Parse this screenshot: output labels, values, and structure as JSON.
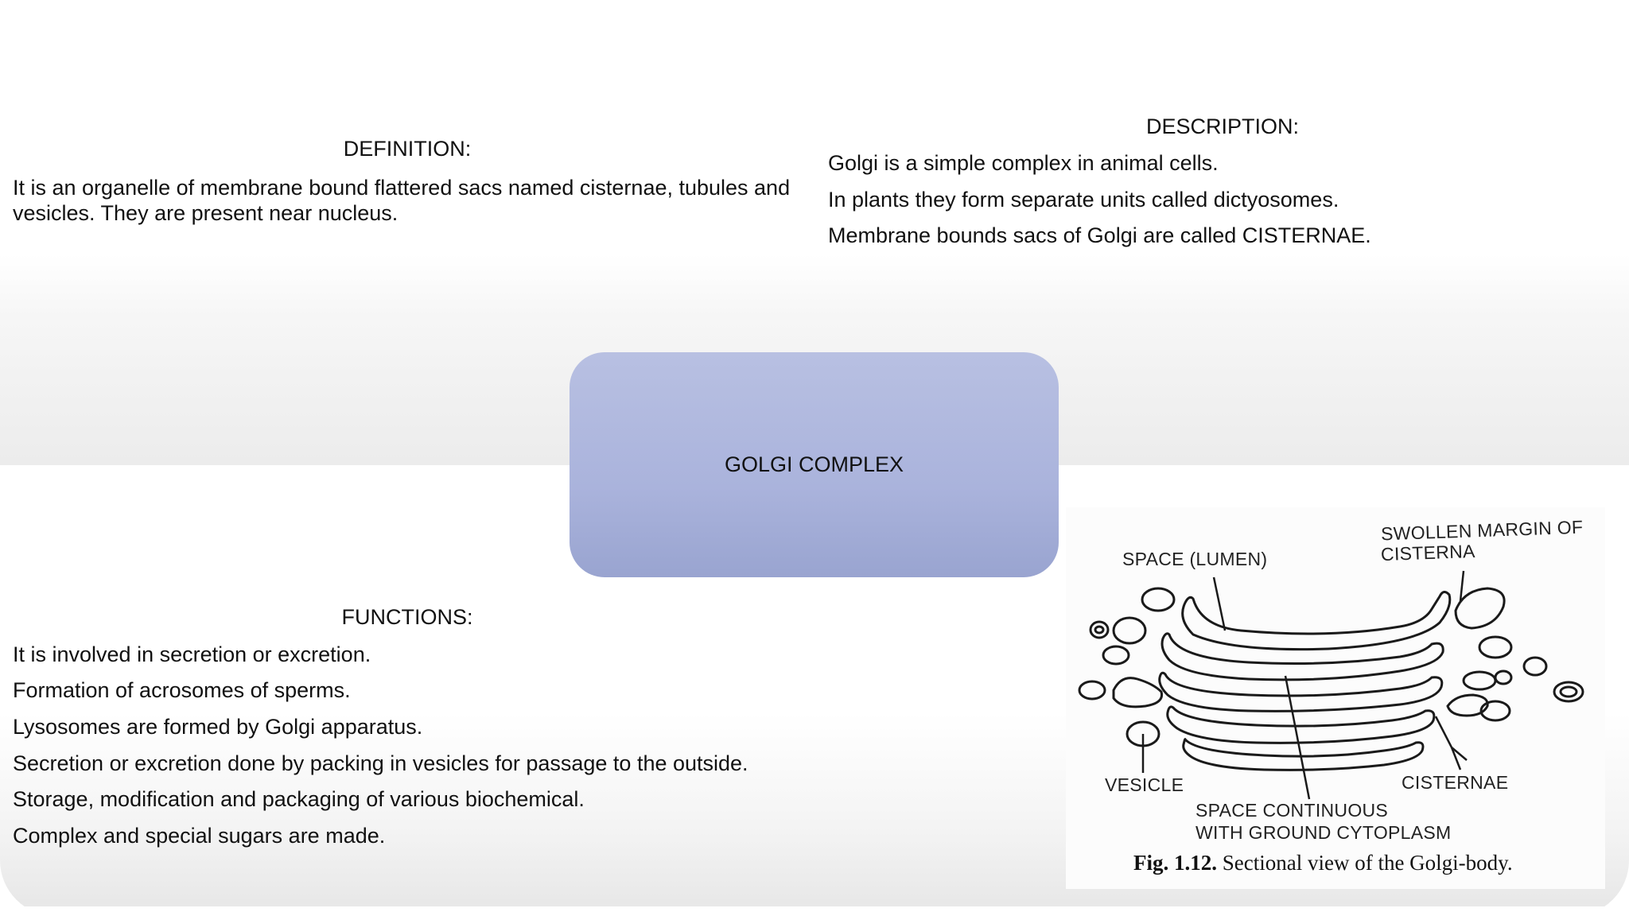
{
  "definition": {
    "heading": "DEFINITION:",
    "text": "It is an organelle of membrane bound flattered sacs named cisternae, tubules and vesicles. They are present near nucleus."
  },
  "description": {
    "heading": "DESCRIPTION:",
    "lines": [
      "Golgi is a simple complex in animal cells.",
      "In plants they form separate units called dictyosomes.",
      "Membrane bounds sacs of Golgi are called CISTERNAE."
    ]
  },
  "center": {
    "title": "GOLGI COMPLEX"
  },
  "functions": {
    "heading": "FUNCTIONS:",
    "lines": [
      "It is involved in secretion or excretion.",
      "Formation of acrosomes of sperms.",
      "Lysosomes are formed by Golgi apparatus.",
      "Secretion or excretion done by packing in vesicles for passage to the outside.",
      "Storage, modification and packaging of various biochemical.",
      "Complex and special sugars are made."
    ]
  },
  "figure": {
    "label_space_lumen": "SPACE (LUMEN)",
    "label_swollen_1": "SWOLLEN MARGIN OF",
    "label_swollen_2": "CISTERNA",
    "label_vesicle": "VESICLE",
    "label_cisternae": "CISTERNAE",
    "label_space_cont_1": "SPACE CONTINUOUS",
    "label_space_cont_2": "WITH GROUND CYTOPLASM",
    "caption_number": "Fig. 1.12.",
    "caption_text": "Sectional view of the Golgi-body."
  },
  "colors": {
    "center_box": "#aab3dc",
    "text": "#111111"
  }
}
